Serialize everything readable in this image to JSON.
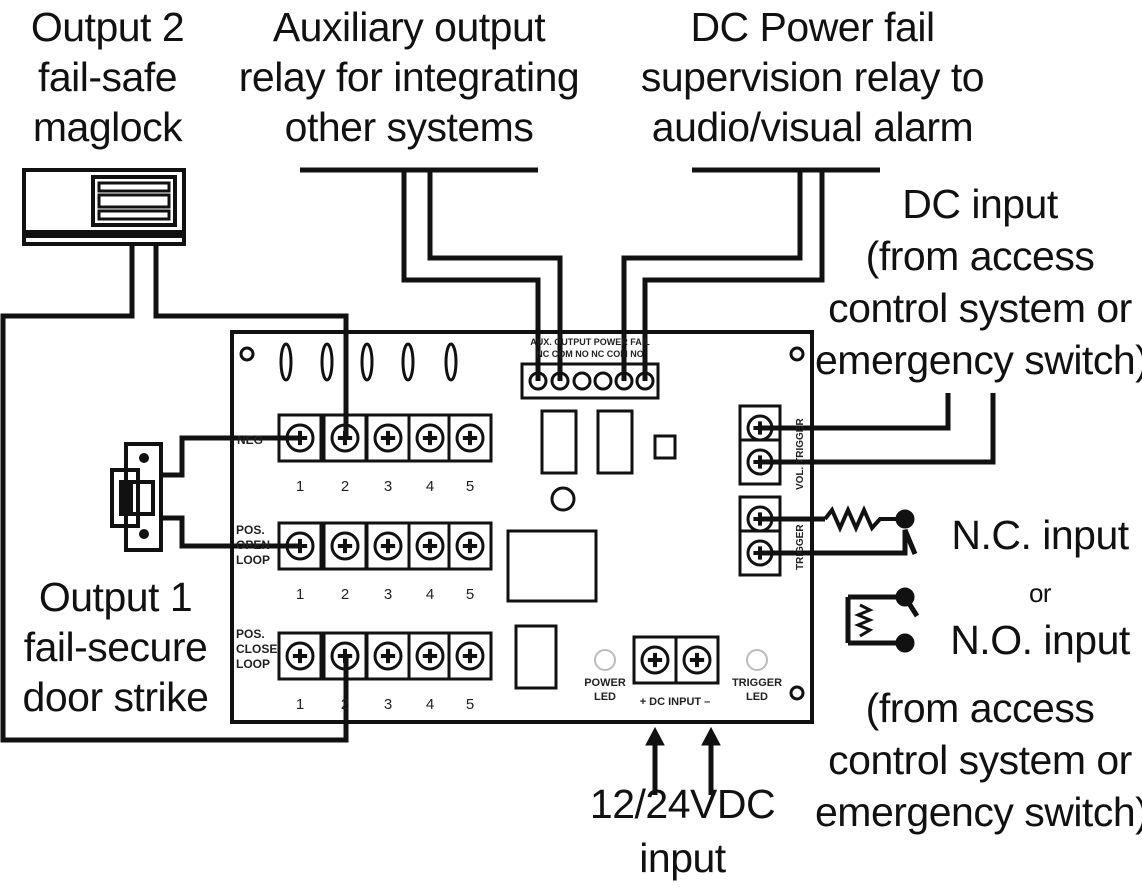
{
  "labels": {
    "output2": [
      "Output 2",
      "fail-safe",
      "maglock"
    ],
    "aux_output": [
      "Auxiliary output",
      "relay for integrating",
      "other systems"
    ],
    "dc_power_fail": [
      "DC Power fail",
      "supervision relay to",
      "audio/visual alarm"
    ],
    "dc_input": [
      "DC input",
      "(from access",
      "control system or",
      "emergency switch)"
    ],
    "output1": [
      "Output 1",
      "fail-secure",
      "door strike"
    ],
    "nc_input": "N.C. input",
    "or": "or",
    "no_input": "N.O. input",
    "from_access_2": [
      "(from access",
      "control system or",
      "emergency switch)"
    ],
    "vdc_input": [
      "12/24VDC",
      "input"
    ]
  },
  "board": {
    "relay_header_top": "AUX. OUTPUT   POWER FAIL",
    "relay_header_bottom": "NC COM NO   NC COM NO",
    "row_labels": {
      "neg": "NEG",
      "pos_open": [
        "POS.",
        "OPEN",
        "LOOP"
      ],
      "pos_close": [
        "POS.",
        "CLOSE",
        "LOOP"
      ]
    },
    "terminal_numbers": [
      "1",
      "2",
      "3",
      "4",
      "5"
    ],
    "trigger_labels": [
      "VOL. TRIGGER",
      "TRIGGER"
    ],
    "power_led": [
      "POWER",
      "LED"
    ],
    "trigger_led": [
      "TRIGGER",
      "LED"
    ],
    "dc_input_label": "+ DC INPUT –"
  },
  "colors": {
    "line": "#111111",
    "background": "#ffffff",
    "board_stroke": "#1a1a1a"
  }
}
